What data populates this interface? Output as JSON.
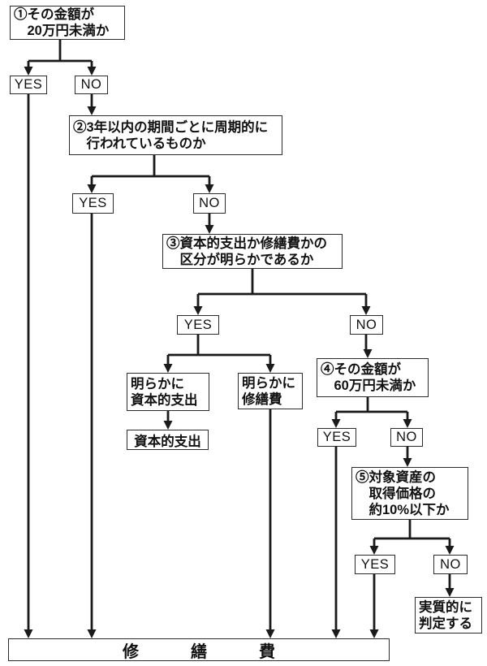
{
  "colors": {
    "background": "#ffffff",
    "line": "#1a1a1a",
    "box_border": "#2b2b2b",
    "text": "#111111"
  },
  "nodes": {
    "q1": "①その金額が\n　20万円未満か",
    "q1_yes": "YES",
    "q1_no": "NO",
    "q2": "②3年以内の期間ごとに周期的に\n　行われているものか",
    "q2_yes": "YES",
    "q2_no": "NO",
    "q3": "③資本的支出か修繕費かの\n　区分が明らかであるか",
    "q3_yes": "YES",
    "q3_no": "NO",
    "clearly_capital": "明らかに\n資本的支出",
    "clearly_repair": "明らかに\n修繕費",
    "capital_result": "資本的支出",
    "q4": "④その金額が\n　60万円未満か",
    "q4_yes": "YES",
    "q4_no": "NO",
    "q5": "⑤対象資産の\n　取得価格の\n　約10%以下か",
    "q5_yes": "YES",
    "q5_no": "NO",
    "substantive_result": "実質的に\n判定する",
    "repair_result": "修繕費"
  }
}
